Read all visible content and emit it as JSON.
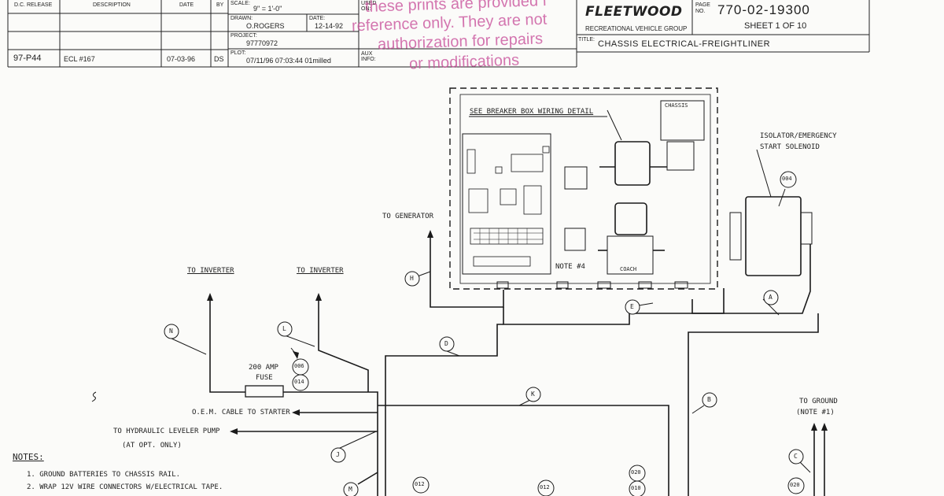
{
  "title_block": {
    "headers": {
      "dc_release": "D.C. RELEASE",
      "description": "DESCRIPTION",
      "date": "DATE",
      "by": "BY"
    },
    "row": {
      "release": "97-P44",
      "description": "ECL #167",
      "date": "07-03-96",
      "by": "DS"
    },
    "scale_label": "SCALE:",
    "scale": "9\" = 1'-0\"",
    "drawn_label": "DRAWN:",
    "drawn": "O.ROGERS",
    "date_label": "DATE:",
    "drawn_date": "12-14-92",
    "project_label": "PROJECT:",
    "project": "97770972",
    "plot_label": "PLOT:",
    "plot": "07/11/96 07:03:44 01milled",
    "used_on_label": "USED ON:",
    "aux_label": "AUX INFO:",
    "brand": "FLEETWOOD",
    "group": "RECREATIONAL VEHICLE GROUP",
    "page_label": "PAGE NO.",
    "page_no": "770-02-19300",
    "sheet": "SHEET 1 OF 10",
    "title_label": "TITLE:",
    "title": "CHASSIS ELECTRICAL-FREIGHTLINER"
  },
  "stamp_lines": [
    "these prints are provided f",
    "reference only. They are not",
    "authorization for repairs",
    "or modifications"
  ],
  "labels": {
    "breaker_detail": "SEE BREAKER BOX WIRING DETAIL",
    "chassis": "CHASSIS",
    "coach": "COACH",
    "note4": "NOTE #4",
    "isolator_1": "ISOLATOR/EMERGENCY",
    "isolator_2": "START SOLENOID",
    "to_generator": "TO GENERATOR",
    "to_inverter_1": "TO INVERTER",
    "to_inverter_2": "TO INVERTER",
    "fuse_1": "200 AMP",
    "fuse_2": "FUSE",
    "oem_cable": "O.E.M. CABLE TO STARTER",
    "hydraulic_1": "TO HYDRAULIC LEVELER PUMP",
    "hydraulic_2": "(AT OPT. ONLY)",
    "to_ground_1": "TO GROUND",
    "to_ground_2": "(NOTE #1)"
  },
  "wire_tags": [
    "A",
    "B",
    "C",
    "D",
    "E",
    "H",
    "J",
    "K",
    "L",
    "M",
    "N"
  ],
  "circle_tags": [
    "004",
    "006",
    "014",
    "012",
    "012",
    "020",
    "010",
    "020"
  ],
  "notes": {
    "heading": "NOTES:",
    "items": [
      "1.  GROUND BATTERIES TO CHASSIS RAIL.",
      "2.  WRAP 12V WIRE CONNECTORS W/ELECTRICAL TAPE."
    ]
  }
}
